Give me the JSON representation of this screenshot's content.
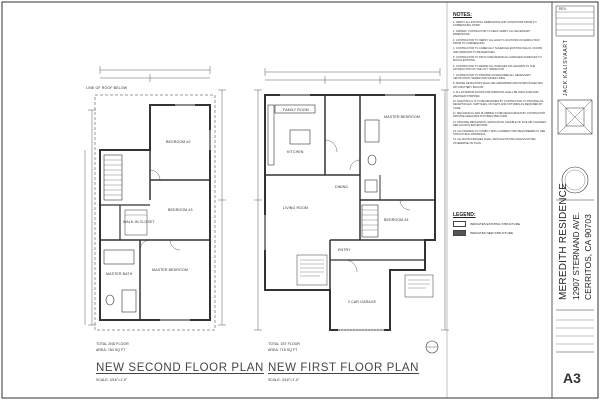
{
  "title_block": {
    "revisions_heading": "REV.",
    "firm_name": "JACK KALISVAART",
    "project_name": "MEREDITH RESIDENCE",
    "address_line1": "12907 STERNAND AVE.",
    "address_line2": "CERRITOS, CA 90703",
    "sheet_number": "A3"
  },
  "notes": {
    "heading": "NOTES:",
    "items": [
      "1. VERIFY ALL EXISTING DIMENSIONS AND CONDITIONS PRIOR TO COMMENCING WORK.",
      "2. OWNER / CONTRACTOR TO FIELD VERIFY ALL NECESSARY DIMENSIONS.",
      "3. CONTRACTOR TO VERIFY ALL EXACT LOCATIONS OF DEMOLITION PRIOR TO COMMENCING.",
      "4. CONTRACTOR TO CAREFULLY SCHEDULE EXISTING WALLS, DOORS AND WINDOWS TO BE REMOVED.",
      "5. CONTRACTOR TO PATCH AND REPAIR ALL DAMAGED SURFACES TO MATCH EXISTING.",
      "6. CONTRACTOR TO REPAIR ALL DAMAGES OR HAZARDS TO THE SATISFACTION OF THE CITY INSPECTOR.",
      "7. CONTRACTOR TO PROVIDE AS REQUIRED ALL NECESSARY VENTILATION, SEWER AND WATER LINES.",
      "8. SMOKE DETECTORS SHALL BE HARDWIRED AND INTERCONNECTED WITH BATTERY BACKUP.",
      "9. ALL EXTERIOR DOORS AND WINDOWS SHALL BE INSULATED AND WEATHER STRIPPED.",
      "10. ELECTRICAL IS TO BE DESIGNED BY CONTRACTOR TO PROVIDE ALL RECEPTACLES, SWITCHES, OUTLETS AND FIXTURES AS REQUIRED BY CODE.",
      "11. MECHANICAL AND PLUMBING TO BE DESIGN-BUILD BY CONTRACTOR. PROVIDE ADEQUATE FIXTURES PER CODE.",
      "12. PROVIDE MECHANICAL VENTILATION CAPABLE OF FIVE AIR CHANGES PER HOUR IN BATHROOMS.",
      "13. ALL FRAMING TO COMPLY WITH CURRENT CBC REQUIREMENTS. SEE STRUCTURAL DRAWINGS.",
      "14. ALL ROOM FINISHES SHALL MATCH EXISTING UNLESS NOTED OTHERWISE ON PLAN."
    ]
  },
  "legend": {
    "heading": "LEGEND:",
    "items": [
      {
        "label": "INDICATES EXISTING STRUCTURE"
      },
      {
        "label": "INDICATES NEW STRUCTURE"
      }
    ]
  },
  "second_floor": {
    "title": "NEW SECOND FLOOR PLAN",
    "area_label": "TOTAL 2ND FLOOR",
    "area_value": "AREA: 784 SQ FT",
    "scale": "SCALE: 3/16\"=1'-0\"",
    "rooms": {
      "bed2": "BEDROOM #2",
      "bed3": "BEDROOM #3",
      "walkin": "WALK-IN CLOSET",
      "mbath": "MASTER BATH",
      "mbed": "MASTER BEDROOM",
      "roof_note": "LINE OF ROOF BELOW"
    }
  },
  "first_floor": {
    "title": "NEW FIRST FLOOR PLAN",
    "area_label": "TOTAL 1ST FLOOR",
    "area_value": "AREA: 715 SQ FT",
    "scale": "SCALE: 3/16\"=1'-0\"",
    "rooms": {
      "family": "FAMILY ROOM",
      "kitchen": "KITCHEN",
      "master": "MASTER BEDROOM",
      "living": "LIVING ROOM",
      "entry": "ENTRY",
      "bed4": "BEDROOM #4",
      "garage": "2 CAR GARAGE",
      "dining": "DINING"
    }
  }
}
